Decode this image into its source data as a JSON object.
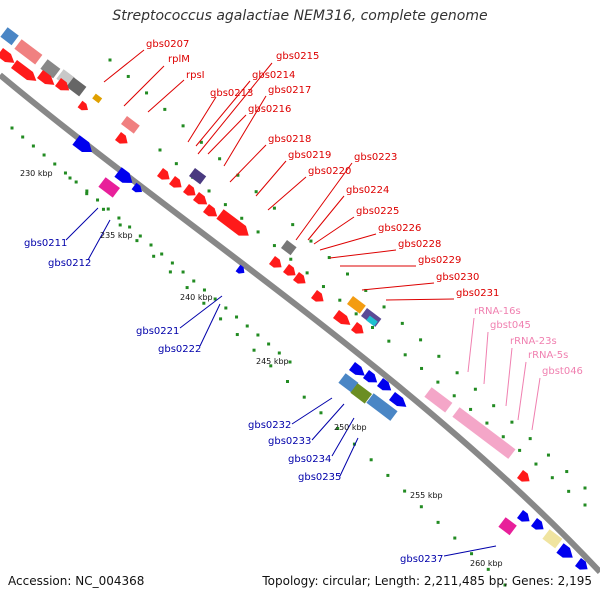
{
  "title": "Streptococcus agalactiae NEM316, complete genome",
  "footer": {
    "accession": "Accession: NC_004368",
    "topology": "Topology: circular; Length: 2,211,485 bp; Genes: 2,195"
  },
  "colors": {
    "forward_gene": "#ff1a1a",
    "reverse_gene": "#0000ee",
    "rna_gene": "#f4a6c8",
    "backbone": "#888888",
    "tick": "#228b22",
    "forward_label": "#dd0000",
    "reverse_label": "#0000aa",
    "rna_label": "#f080b0"
  },
  "scale_labels": [
    "230 kbp",
    "235 kbp",
    "240 kbp",
    "245 kbp",
    "250 kbp",
    "255 kbp",
    "260 kbp"
  ],
  "forward_labels": [
    "gbs0207",
    "rplM",
    "rpsI",
    "gbs0213",
    "gbs0214",
    "gbs0215",
    "gbs0216",
    "gbs0217",
    "gbs0218",
    "gbs0219",
    "gbs0220",
    "gbs0223",
    "gbs0224",
    "gbs0225",
    "gbs0226",
    "gbs0228",
    "gbs0229",
    "gbs0230",
    "gbs0231"
  ],
  "reverse_labels": [
    "gbs0211",
    "gbs0212",
    "gbs0221",
    "gbs0222",
    "gbs0232",
    "gbs0233",
    "gbs0234",
    "gbs0235",
    "gbs0237"
  ],
  "rna_labels": [
    "rRNA-16s",
    "gbst045",
    "rRNA-23s",
    "rRNA-5s",
    "gbst046"
  ]
}
